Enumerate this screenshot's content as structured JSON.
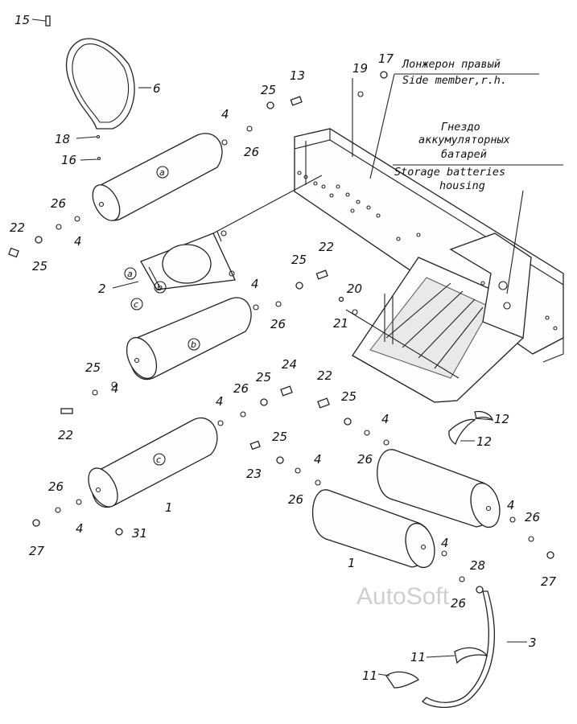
{
  "title": "Air receivers and mounting (exploded parts diagram)",
  "annotations": [
    {
      "id": "side-member",
      "lines": [
        "Лонжерон правый",
        "Side member,r.h."
      ]
    },
    {
      "id": "battery-housing",
      "lines": [
        "Гнездо",
        "аккумуляторных",
        "батарей",
        "Storage batteries",
        "housing"
      ]
    }
  ],
  "watermark": "AutoSoft",
  "tank_tags": [
    "a",
    "b",
    "c"
  ],
  "callouts": [
    {
      "n": "15"
    },
    {
      "n": "6"
    },
    {
      "n": "18"
    },
    {
      "n": "16"
    },
    {
      "n": "25"
    },
    {
      "n": "13"
    },
    {
      "n": "4"
    },
    {
      "n": "26"
    },
    {
      "n": "19"
    },
    {
      "n": "17"
    },
    {
      "n": "26"
    },
    {
      "n": "4"
    },
    {
      "n": "22"
    },
    {
      "n": "25"
    },
    {
      "n": "2"
    },
    {
      "n": "25"
    },
    {
      "n": "22"
    },
    {
      "n": "4"
    },
    {
      "n": "26"
    },
    {
      "n": "20"
    },
    {
      "n": "21"
    },
    {
      "n": "25"
    },
    {
      "n": "4"
    },
    {
      "n": "22"
    },
    {
      "n": "26"
    },
    {
      "n": "25"
    },
    {
      "n": "24"
    },
    {
      "n": "22"
    },
    {
      "n": "25"
    },
    {
      "n": "4"
    },
    {
      "n": "12"
    },
    {
      "n": "12"
    },
    {
      "n": "4"
    },
    {
      "n": "26"
    },
    {
      "n": "25"
    },
    {
      "n": "23"
    },
    {
      "n": "26"
    },
    {
      "n": "4"
    },
    {
      "n": "1"
    },
    {
      "n": "26"
    },
    {
      "n": "4"
    },
    {
      "n": "27"
    },
    {
      "n": "31"
    },
    {
      "n": "4"
    },
    {
      "n": "26"
    },
    {
      "n": "4"
    },
    {
      "n": "1"
    },
    {
      "n": "28"
    },
    {
      "n": "27"
    },
    {
      "n": "26"
    },
    {
      "n": "3"
    },
    {
      "n": "11"
    },
    {
      "n": "11"
    }
  ]
}
